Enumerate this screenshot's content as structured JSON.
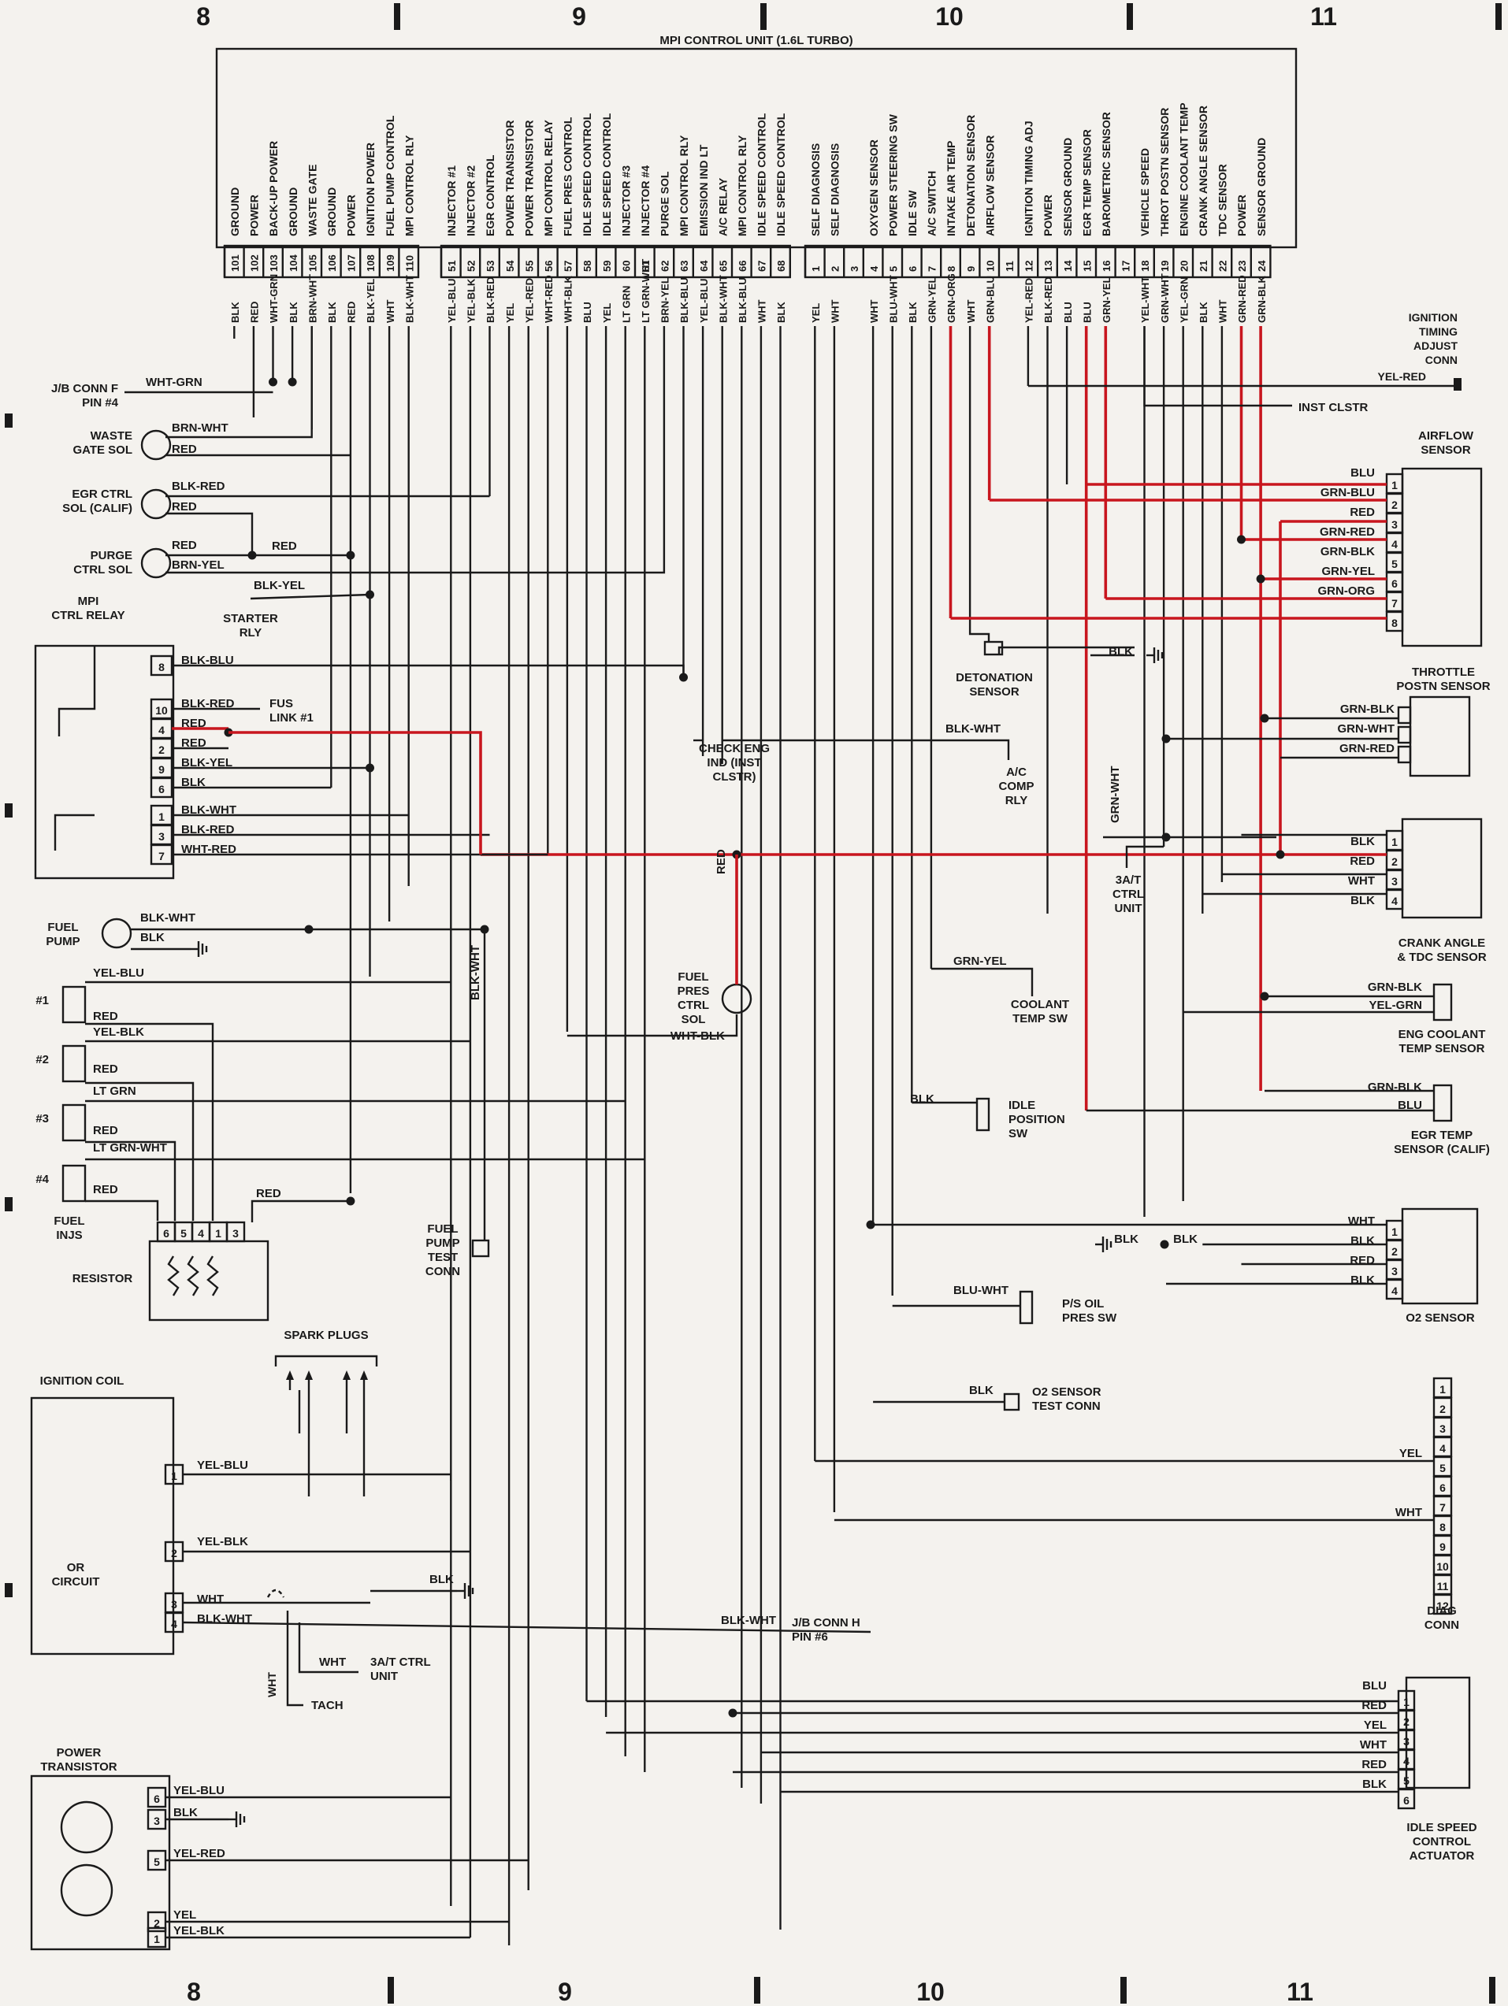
{
  "title": "MPI CONTROL UNIT (1.6L TURBO)",
  "grid_numbers": [
    "8",
    "9",
    "10",
    "11"
  ],
  "ecu_groups": [
    {
      "start": "101",
      "pins": [
        {
          "num": "101",
          "name": "GROUND",
          "wire": "BLK"
        },
        {
          "num": "102",
          "name": "POWER",
          "wire": "RED"
        },
        {
          "num": "103",
          "name": "BACK-UP POWER",
          "wire": "WHT-GRN"
        },
        {
          "num": "104",
          "name": "GROUND",
          "wire": "BLK"
        },
        {
          "num": "105",
          "name": "WASTE GATE",
          "wire": "BRN-WHT"
        },
        {
          "num": "106",
          "name": "GROUND",
          "wire": "BLK"
        },
        {
          "num": "107",
          "name": "POWER",
          "wire": "RED"
        },
        {
          "num": "108",
          "name": "IGNITION POWER",
          "wire": "BLK-YEL"
        },
        {
          "num": "109",
          "name": "FUEL PUMP CONTROL",
          "wire": "WHT"
        },
        {
          "num": "110",
          "name": "MPI CONTROL RLY",
          "wire": "BLK-WHT"
        }
      ]
    },
    {
      "start": "51",
      "pins": [
        {
          "num": "51",
          "name": "INJECTOR #1",
          "wire": "YEL-BLU"
        },
        {
          "num": "52",
          "name": "INJECTOR #2",
          "wire": "YEL-BLK"
        },
        {
          "num": "53",
          "name": "EGR CONTROL",
          "wire": "BLK-RED"
        },
        {
          "num": "54",
          "name": "POWER TRANSISTOR",
          "wire": "YEL"
        },
        {
          "num": "55",
          "name": "POWER TRANSISTOR",
          "wire": "YEL-RED"
        },
        {
          "num": "56",
          "name": "MPI CONTROL RELAY",
          "wire": "WHT-RED"
        },
        {
          "num": "57",
          "name": "FUEL PRES CONTROL",
          "wire": "WHT-BLK"
        },
        {
          "num": "58",
          "name": "IDLE SPEED CONTROL",
          "wire": "BLU"
        },
        {
          "num": "59",
          "name": "IDLE SPEED CONTROL",
          "wire": "YEL"
        },
        {
          "num": "60",
          "name": "INJECTOR #3",
          "wire": "LT GRN"
        },
        {
          "num": "61",
          "name": "INJECTOR #4",
          "wire": "LT GRN-WHT"
        },
        {
          "num": "62",
          "name": "PURGE SOL",
          "wire": "BRN-YEL"
        },
        {
          "num": "63",
          "name": "MPI CONTROL RLY",
          "wire": "BLK-BLU"
        },
        {
          "num": "64",
          "name": "EMISSION IND LT",
          "wire": "YEL-BLU"
        },
        {
          "num": "65",
          "name": "A/C RELAY",
          "wire": "BLK-WHT"
        },
        {
          "num": "66",
          "name": "MPI CONTROL RLY",
          "wire": "BLK-BLU"
        },
        {
          "num": "67",
          "name": "IDLE SPEED CONTROL",
          "wire": "WHT"
        },
        {
          "num": "68",
          "name": "IDLE SPEED CONTROL",
          "wire": "BLK"
        }
      ]
    },
    {
      "start": "1",
      "pins": [
        {
          "num": "1",
          "name": "SELF DIAGNOSIS",
          "wire": "YEL"
        },
        {
          "num": "2",
          "name": "SELF DIAGNOSIS",
          "wire": "WHT"
        },
        {
          "num": "3",
          "name": "",
          "wire": ""
        },
        {
          "num": "4",
          "name": "OXYGEN SENSOR",
          "wire": "WHT"
        },
        {
          "num": "5",
          "name": "POWER STEERING SW",
          "wire": "BLU-WHT"
        },
        {
          "num": "6",
          "name": "IDLE SW",
          "wire": "BLK"
        },
        {
          "num": "7",
          "name": "A/C SWITCH",
          "wire": "GRN-YEL"
        },
        {
          "num": "8",
          "name": "INTAKE AIR TEMP",
          "wire": "GRN-ORG"
        },
        {
          "num": "9",
          "name": "DETONATION SENSOR",
          "wire": "WHT"
        },
        {
          "num": "10",
          "name": "AIRFLOW SENSOR",
          "wire": "GRN-BLU"
        },
        {
          "num": "11",
          "name": "",
          "wire": ""
        },
        {
          "num": "12",
          "name": "IGNITION TIMING ADJ",
          "wire": "YEL-RED"
        },
        {
          "num": "13",
          "name": "POWER",
          "wire": "BLK-RED"
        },
        {
          "num": "14",
          "name": "SENSOR GROUND",
          "wire": "BLU"
        },
        {
          "num": "15",
          "name": "EGR TEMP SENSOR",
          "wire": "BLU"
        },
        {
          "num": "16",
          "name": "BAROMETRIC SENSOR",
          "wire": "GRN-YEL"
        },
        {
          "num": "17",
          "name": "",
          "wire": ""
        },
        {
          "num": "18",
          "name": "VEHICLE SPEED",
          "wire": "YEL-WHT"
        },
        {
          "num": "19",
          "name": "THROT POSTN SENSOR",
          "wire": "GRN-WHT"
        },
        {
          "num": "20",
          "name": "ENGINE COOLANT TEMP",
          "wire": "YEL-GRN"
        },
        {
          "num": "21",
          "name": "CRANK ANGLE SENSOR",
          "wire": "BLK"
        },
        {
          "num": "22",
          "name": "TDC SENSOR",
          "wire": "WHT"
        },
        {
          "num": "23",
          "name": "POWER",
          "wire": "GRN-RED"
        },
        {
          "num": "24",
          "name": "SENSOR GROUND",
          "wire": "GRN-BLK"
        }
      ]
    }
  ],
  "components": {
    "ign_timing_conn": [
      "IGNITION",
      "TIMING",
      "ADJUST",
      "CONN"
    ],
    "inst_clstr": "INST CLSTR",
    "airflow": [
      "AIRFLOW",
      "SENSOR"
    ],
    "airflow_wires": [
      "BLU",
      "GRN-BLU",
      "RED",
      "GRN-RED",
      "GRN-BLK",
      "GRN-YEL",
      "GRN-ORG"
    ],
    "airflow_pins": [
      "1",
      "2",
      "3",
      "4",
      "5",
      "6",
      "7",
      "8"
    ],
    "throttle": [
      "THROTTLE",
      "POSTN SENSOR"
    ],
    "throttle_wires": [
      "GRN-BLK",
      "GRN-WHT",
      "GRN-RED"
    ],
    "crank": [
      "CRANK ANGLE",
      "& TDC SENSOR"
    ],
    "crank_wires": [
      "BLK",
      "RED",
      "WHT",
      "BLK"
    ],
    "crank_pins": [
      "1",
      "2",
      "3",
      "4"
    ],
    "eng_coolant": [
      "ENG COOLANT",
      "TEMP SENSOR"
    ],
    "eng_coolant_wires": [
      "GRN-BLK",
      "YEL-GRN"
    ],
    "egr_temp": [
      "EGR TEMP",
      "SENSOR (CALIF)"
    ],
    "egr_temp_wires": [
      "GRN-BLK",
      "BLU"
    ],
    "o2": "O2 SENSOR",
    "o2_wires": [
      "WHT",
      "BLK",
      "RED",
      "BLK"
    ],
    "diag": [
      "DIAG",
      "CONN"
    ],
    "diag_pins": [
      "1",
      "2",
      "3",
      "4",
      "5",
      "6",
      "7",
      "8",
      "9",
      "10",
      "11",
      "12"
    ],
    "diag_wires": [
      "YEL",
      "WHT"
    ],
    "isc": [
      "IDLE SPEED",
      "CONTROL",
      "ACTUATOR"
    ],
    "isc_wires": [
      "BLU",
      "RED",
      "YEL",
      "WHT",
      "RED",
      "BLK"
    ],
    "isc_pins": [
      "1",
      "2",
      "3",
      "4",
      "5",
      "6"
    ],
    "jb_f": [
      "J/B CONN F",
      "PIN #4"
    ],
    "jb_f_wire": "WHT-GRN",
    "waste_gate": [
      "WASTE",
      "GATE SOL"
    ],
    "waste_wires": [
      "BRN-WHT",
      "RED"
    ],
    "egr_sol": [
      "EGR CTRL",
      "SOL (CALIF)"
    ],
    "egr_sol_wires": [
      "BLK-RED",
      "RED"
    ],
    "purge": [
      "PURGE",
      "CTRL SOL"
    ],
    "purge_wires": [
      "RED",
      "BRN-YEL",
      "RED"
    ],
    "starter": [
      "STARTER",
      "RLY"
    ],
    "starter_wire": "BLK-YEL",
    "mpi_relay": [
      "MPI",
      "CTRL RELAY"
    ],
    "relay_pins": [
      "8",
      "10",
      "4",
      "2",
      "9",
      "6",
      "1",
      "3",
      "7"
    ],
    "relay_wires": [
      "BLK-BLU",
      "BLK-RED",
      "RED",
      "RED",
      "BLK-YEL",
      "BLK",
      "BLK-WHT",
      "BLK-RED",
      "WHT-RED"
    ],
    "fus_link": [
      "FUS",
      "LINK #1"
    ],
    "check_eng": [
      "CHECK ENG",
      "IND (INST",
      "CLSTR)"
    ],
    "ac_comp": [
      "A/C",
      "COMP",
      "RLY"
    ],
    "ac_wire": "BLK-WHT",
    "detonation": [
      "DETONATION",
      "SENSOR"
    ],
    "det_wire": "BLK",
    "at_ctrl": [
      "3A/T",
      "CTRL",
      "UNIT"
    ],
    "at_wire": "GRN-WHT",
    "fuel_pump": [
      "FUEL",
      "PUMP"
    ],
    "fuel_pump_wires": [
      "BLK-WHT",
      "BLK"
    ],
    "fuel_pres": [
      "FUEL",
      "PRES",
      "CTRL",
      "SOL"
    ],
    "fuel_pres_wires": [
      "RED",
      "WHT-BLK"
    ],
    "coolant_sw": [
      "COOLANT",
      "TEMP SW"
    ],
    "coolant_wire": "GRN-YEL",
    "idle_sw": [
      "IDLE",
      "POSITION",
      "SW"
    ],
    "idle_wire": "BLK",
    "injectors": [
      "#1",
      "#2",
      "#3",
      "#4"
    ],
    "inj_wires": [
      "YEL-BLU",
      "RED",
      "YEL-BLK",
      "RED",
      "LT GRN",
      "RED",
      "LT GRN-WHT",
      "RED"
    ],
    "fuel_injs": [
      "FUEL",
      "INJS"
    ],
    "resistor": "RESISTOR",
    "resistor_pins": [
      "6",
      "5",
      "4",
      "1",
      "3"
    ],
    "resistor_wire": "RED",
    "fp_test": [
      "FUEL",
      "PUMP",
      "TEST",
      "CONN"
    ],
    "blk_wht": "BLK-WHT",
    "ps_sw": [
      "P/S OIL",
      "PRES SW"
    ],
    "ps_wire": "BLU-WHT",
    "o2_test": [
      "O2 SENSOR",
      "TEST CONN"
    ],
    "o2_test_wire": "BLK",
    "o2_blk": [
      "BLK",
      "BLK"
    ],
    "spark_plugs": "SPARK PLUGS",
    "ign_coil": "IGNITION COIL",
    "or_circuit": [
      "OR",
      "CIRCUIT"
    ],
    "coil_pins": [
      "1",
      "2",
      "3",
      "4"
    ],
    "coil_wires": [
      "YEL-BLU",
      "YEL-BLK",
      "WHT",
      "BLK-WHT"
    ],
    "coil_gnd": "BLK",
    "jb_h": [
      "J/B CONN H",
      "PIN #6"
    ],
    "jb_h_wire": "BLK-WHT",
    "at_ctrl2": [
      "3A/T CTRL",
      "UNIT"
    ],
    "at2_wire": "WHT",
    "tach": "TACH",
    "tach_wire": "WHT",
    "power_tr": [
      "POWER",
      "TRANSISTOR"
    ],
    "ptr_pins": [
      "6",
      "3",
      "5",
      "2",
      "1"
    ],
    "ptr_wires": [
      "YEL-BLU",
      "BLK",
      "YEL-RED",
      "YEL",
      "YEL-BLK"
    ]
  }
}
